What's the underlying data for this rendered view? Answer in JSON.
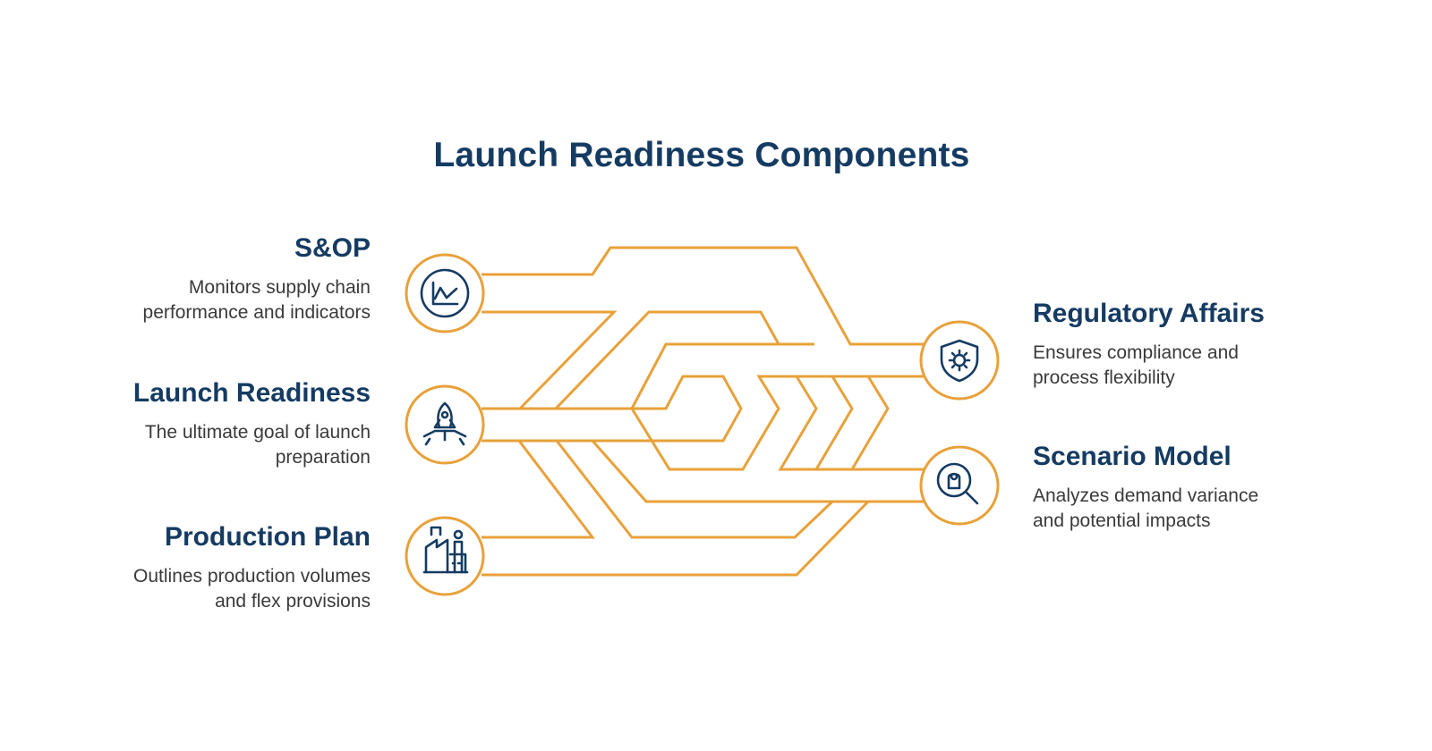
{
  "title": "Launch Readiness Components",
  "colors": {
    "accent": "#E8A13A",
    "heading": "#153B62",
    "text": "#3a3a3a",
    "background": "#ffffff"
  },
  "items": {
    "sop": {
      "heading": "S&OP",
      "description": "Monitors supply chain performance and indicators",
      "icon": "line-chart-icon"
    },
    "launch": {
      "heading": "Launch Readiness",
      "description": "The ultimate goal of launch preparation",
      "icon": "rocket-launch-icon"
    },
    "production": {
      "heading": "Production Plan",
      "description": "Outlines production volumes and flex provisions",
      "icon": "factory-icon"
    },
    "regulatory": {
      "heading": "Regulatory Affairs",
      "description": "Ensures compliance and process flexibility",
      "icon": "shield-gear-icon"
    },
    "scenario": {
      "heading": "Scenario Model",
      "description": "Analyzes demand variance and potential impacts",
      "icon": "magnifier-analysis-icon"
    }
  }
}
